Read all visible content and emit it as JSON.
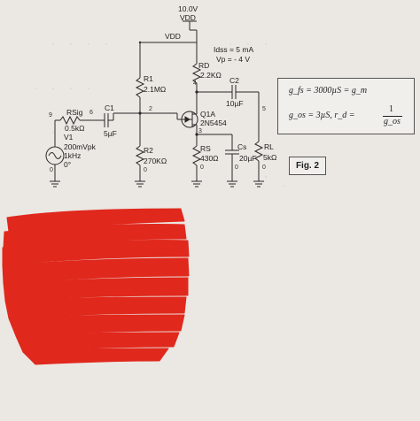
{
  "circuit": {
    "supply_value": "10.0V",
    "supply_name": "VDD",
    "vdd_rail_label": "VDD",
    "r1_name": "R1",
    "r1_value": "2.1MΩ",
    "r2_name": "R2",
    "r2_value": "270KΩ",
    "rd_name": "RD",
    "rd_value": "2.2KΩ",
    "rs_name": "RS",
    "rs_value": "430Ω",
    "rl_name": "RL",
    "rl_value": "5kΩ",
    "rsig_name": "RSig",
    "rsig_value": "0.5kΩ",
    "c1_name": "C1",
    "c1_value": "5µF",
    "c2_name": "C2",
    "c2_value": "10µF",
    "cs_name": "Cs",
    "cs_value": "20µF",
    "q_name": "Q1A",
    "q_part": "2N5454",
    "idss": "Idss = 5 mA",
    "vp": "Vp = - 4 V",
    "v1_name": "V1",
    "v1_amplitude": "200mVpk",
    "v1_freq": "1kHz",
    "v1_phase": "0°",
    "nodes": {
      "n9": "9",
      "n6": "6",
      "n2": "2",
      "n4": "4",
      "n3": "3",
      "n5": "5",
      "g_v1": "0",
      "g_r2": "0",
      "g_rs": "0",
      "g_cs": "0",
      "g_rl": "0"
    }
  },
  "equations": {
    "gfs": "g_fs = 3000µS = g_m",
    "gos_lhs": "g_os = 3µS, r_d =",
    "gos_num": "1",
    "gos_den": "g_os"
  },
  "figure_label": "Fig. 2",
  "redaction_color": "#e0281d",
  "wire_color": "#2a2a2a"
}
